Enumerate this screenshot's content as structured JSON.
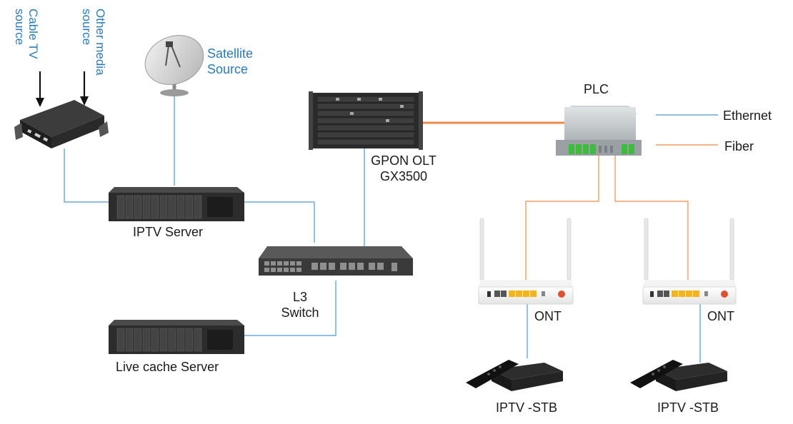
{
  "labels": {
    "cable_tv_source": "Cable TV\nsource",
    "other_media_source": "Other media\nsource",
    "satellite_source": "Satellite\nSource",
    "gpon_olt": "GPON OLT",
    "gpon_olt_model": "GX3500",
    "plc": "PLC",
    "iptv_server": "IPTV Server",
    "l3_switch": "L3\nSwitch",
    "live_cache_server": "Live cache Server",
    "ont_1": "ONT",
    "ont_2": "ONT",
    "stb_1": "IPTV -STB",
    "stb_2": "IPTV -STB"
  },
  "legend": {
    "ethernet": "Ethernet",
    "fiber": "Fiber"
  },
  "colors": {
    "ethernet": "#4a9ad4",
    "fiber": "#ee8a4a",
    "label_accent": "#2a7ab8"
  }
}
